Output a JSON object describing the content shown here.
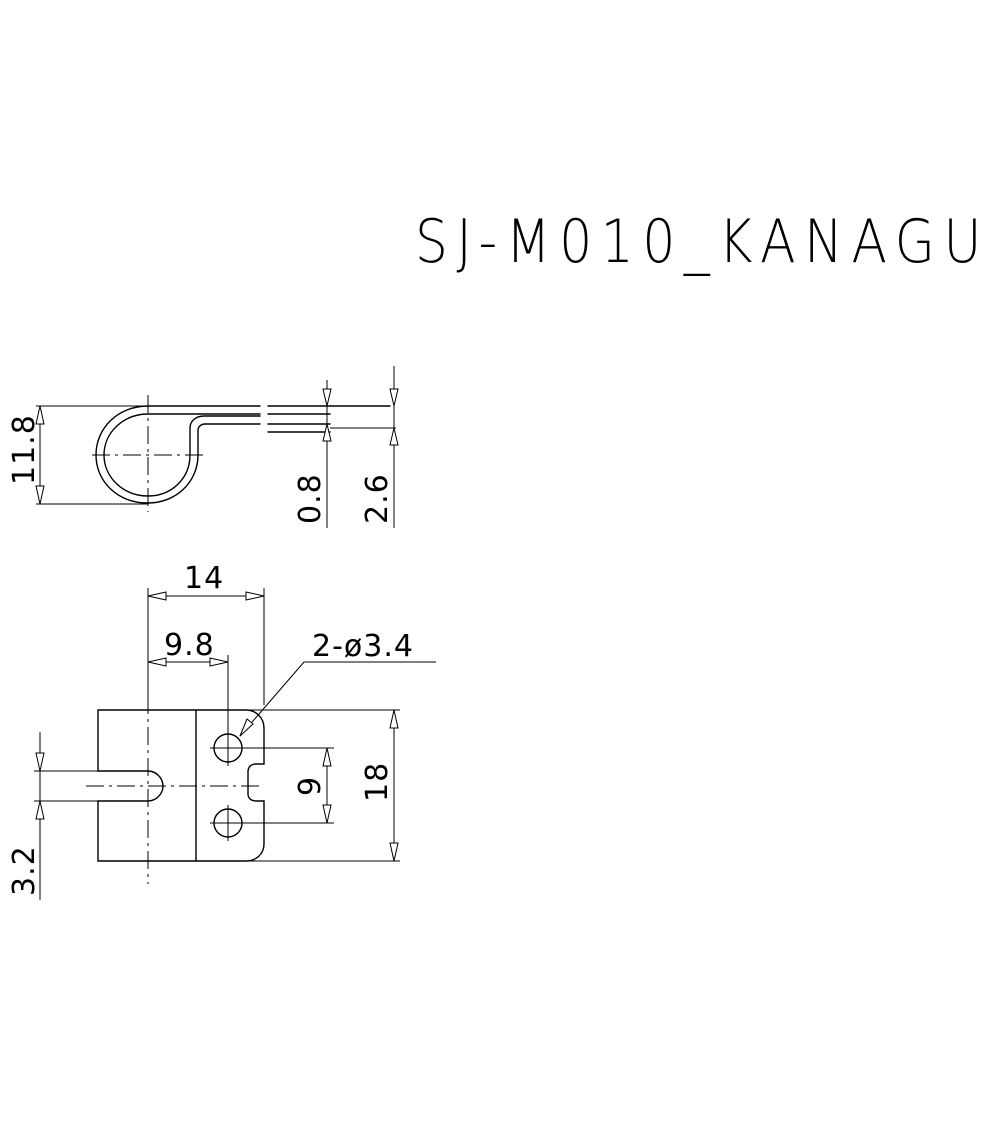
{
  "title": "SJ-M010_KANAGU",
  "side_view": {
    "dim_height": "11.8",
    "dim_thickness": "0.8",
    "dim_offset": "2.6"
  },
  "top_view": {
    "dim_length": "14",
    "dim_hole_position": "9.8",
    "dim_holes": "2-ø3.4",
    "dim_hole_pitch": "9",
    "dim_width": "18",
    "dim_slot": "3.2"
  }
}
